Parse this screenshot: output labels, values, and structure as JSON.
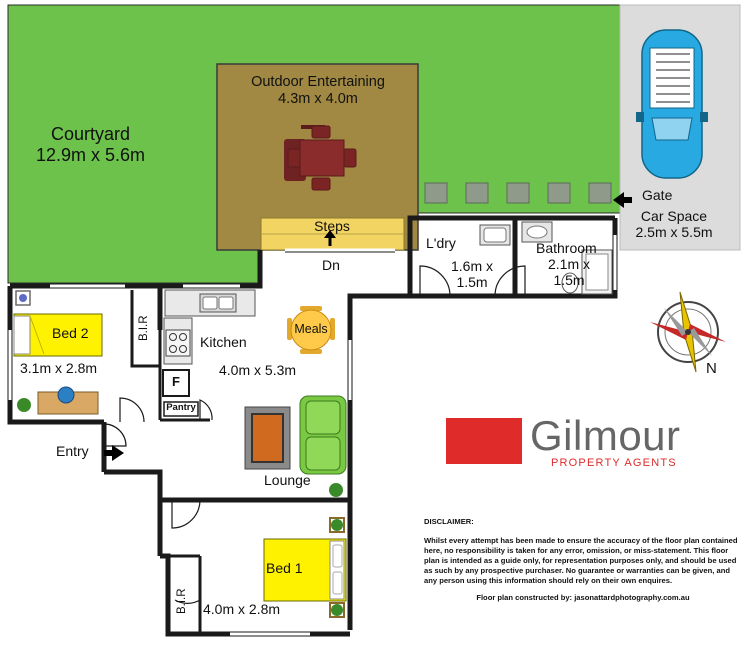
{
  "rooms": {
    "courtyard": {
      "name": "Courtyard",
      "size": "12.9m x 5.6m"
    },
    "outdoor": {
      "name": "Outdoor Entertaining",
      "size": "4.3m x 4.0m"
    },
    "steps": "Steps",
    "down": "Dn",
    "laundry": {
      "name": "L'dry",
      "size": "1.6m x",
      "size2": "1.5m"
    },
    "bathroom": {
      "name": "Bathroom",
      "size": "2.1m x",
      "size2": "1.5m"
    },
    "gate": "Gate",
    "carspace": {
      "name": "Car Space",
      "size": "2.5m x 5.5m"
    },
    "bed2": {
      "name": "Bed 2",
      "size": "3.1m x 2.8m"
    },
    "bir_top": "B.I.R",
    "bir_bottom": "B.I.R",
    "kitchen": {
      "name": "Kitchen",
      "size": "4.0m x 5.3m"
    },
    "meals": "Meals",
    "fridge": "F",
    "pantry": "Pantry",
    "entry": "Entry",
    "lounge": "Lounge",
    "bed1": {
      "name": "Bed 1",
      "size": "4.0m x 2.8m"
    }
  },
  "compass": {
    "north": "N"
  },
  "logo": {
    "name": "Gilmour",
    "tagline": "PROPERTY AGENTS"
  },
  "disclaimer": {
    "title": "DISCLAIMER:",
    "body": "Whilst every attempt has been made to ensure the accuracy of the floor plan contained here, no responsibility is taken for any error, omission, or miss-statement. This floor plan is intended as a guide only, for representation purposes only, and should be used as such by any prospective purchaser. No guarantee or warranties can be given, and any person using this information should rely on their own enquires.",
    "credit": "Floor plan constructed by:  jasonattardphotography.com.au"
  },
  "colors": {
    "grass": "#6cc24a",
    "deck": "#a28943",
    "steps": "#f2d463",
    "wall": "#1a1a1a",
    "car": "#29a9e1",
    "logo_red": "#e02b2b",
    "logo_grey": "#666666",
    "bed_yellow": "#fff200",
    "sofa_green": "#7ac943",
    "meals_table": "#ffc94a",
    "outdoor_table": "#8b2c2c"
  }
}
